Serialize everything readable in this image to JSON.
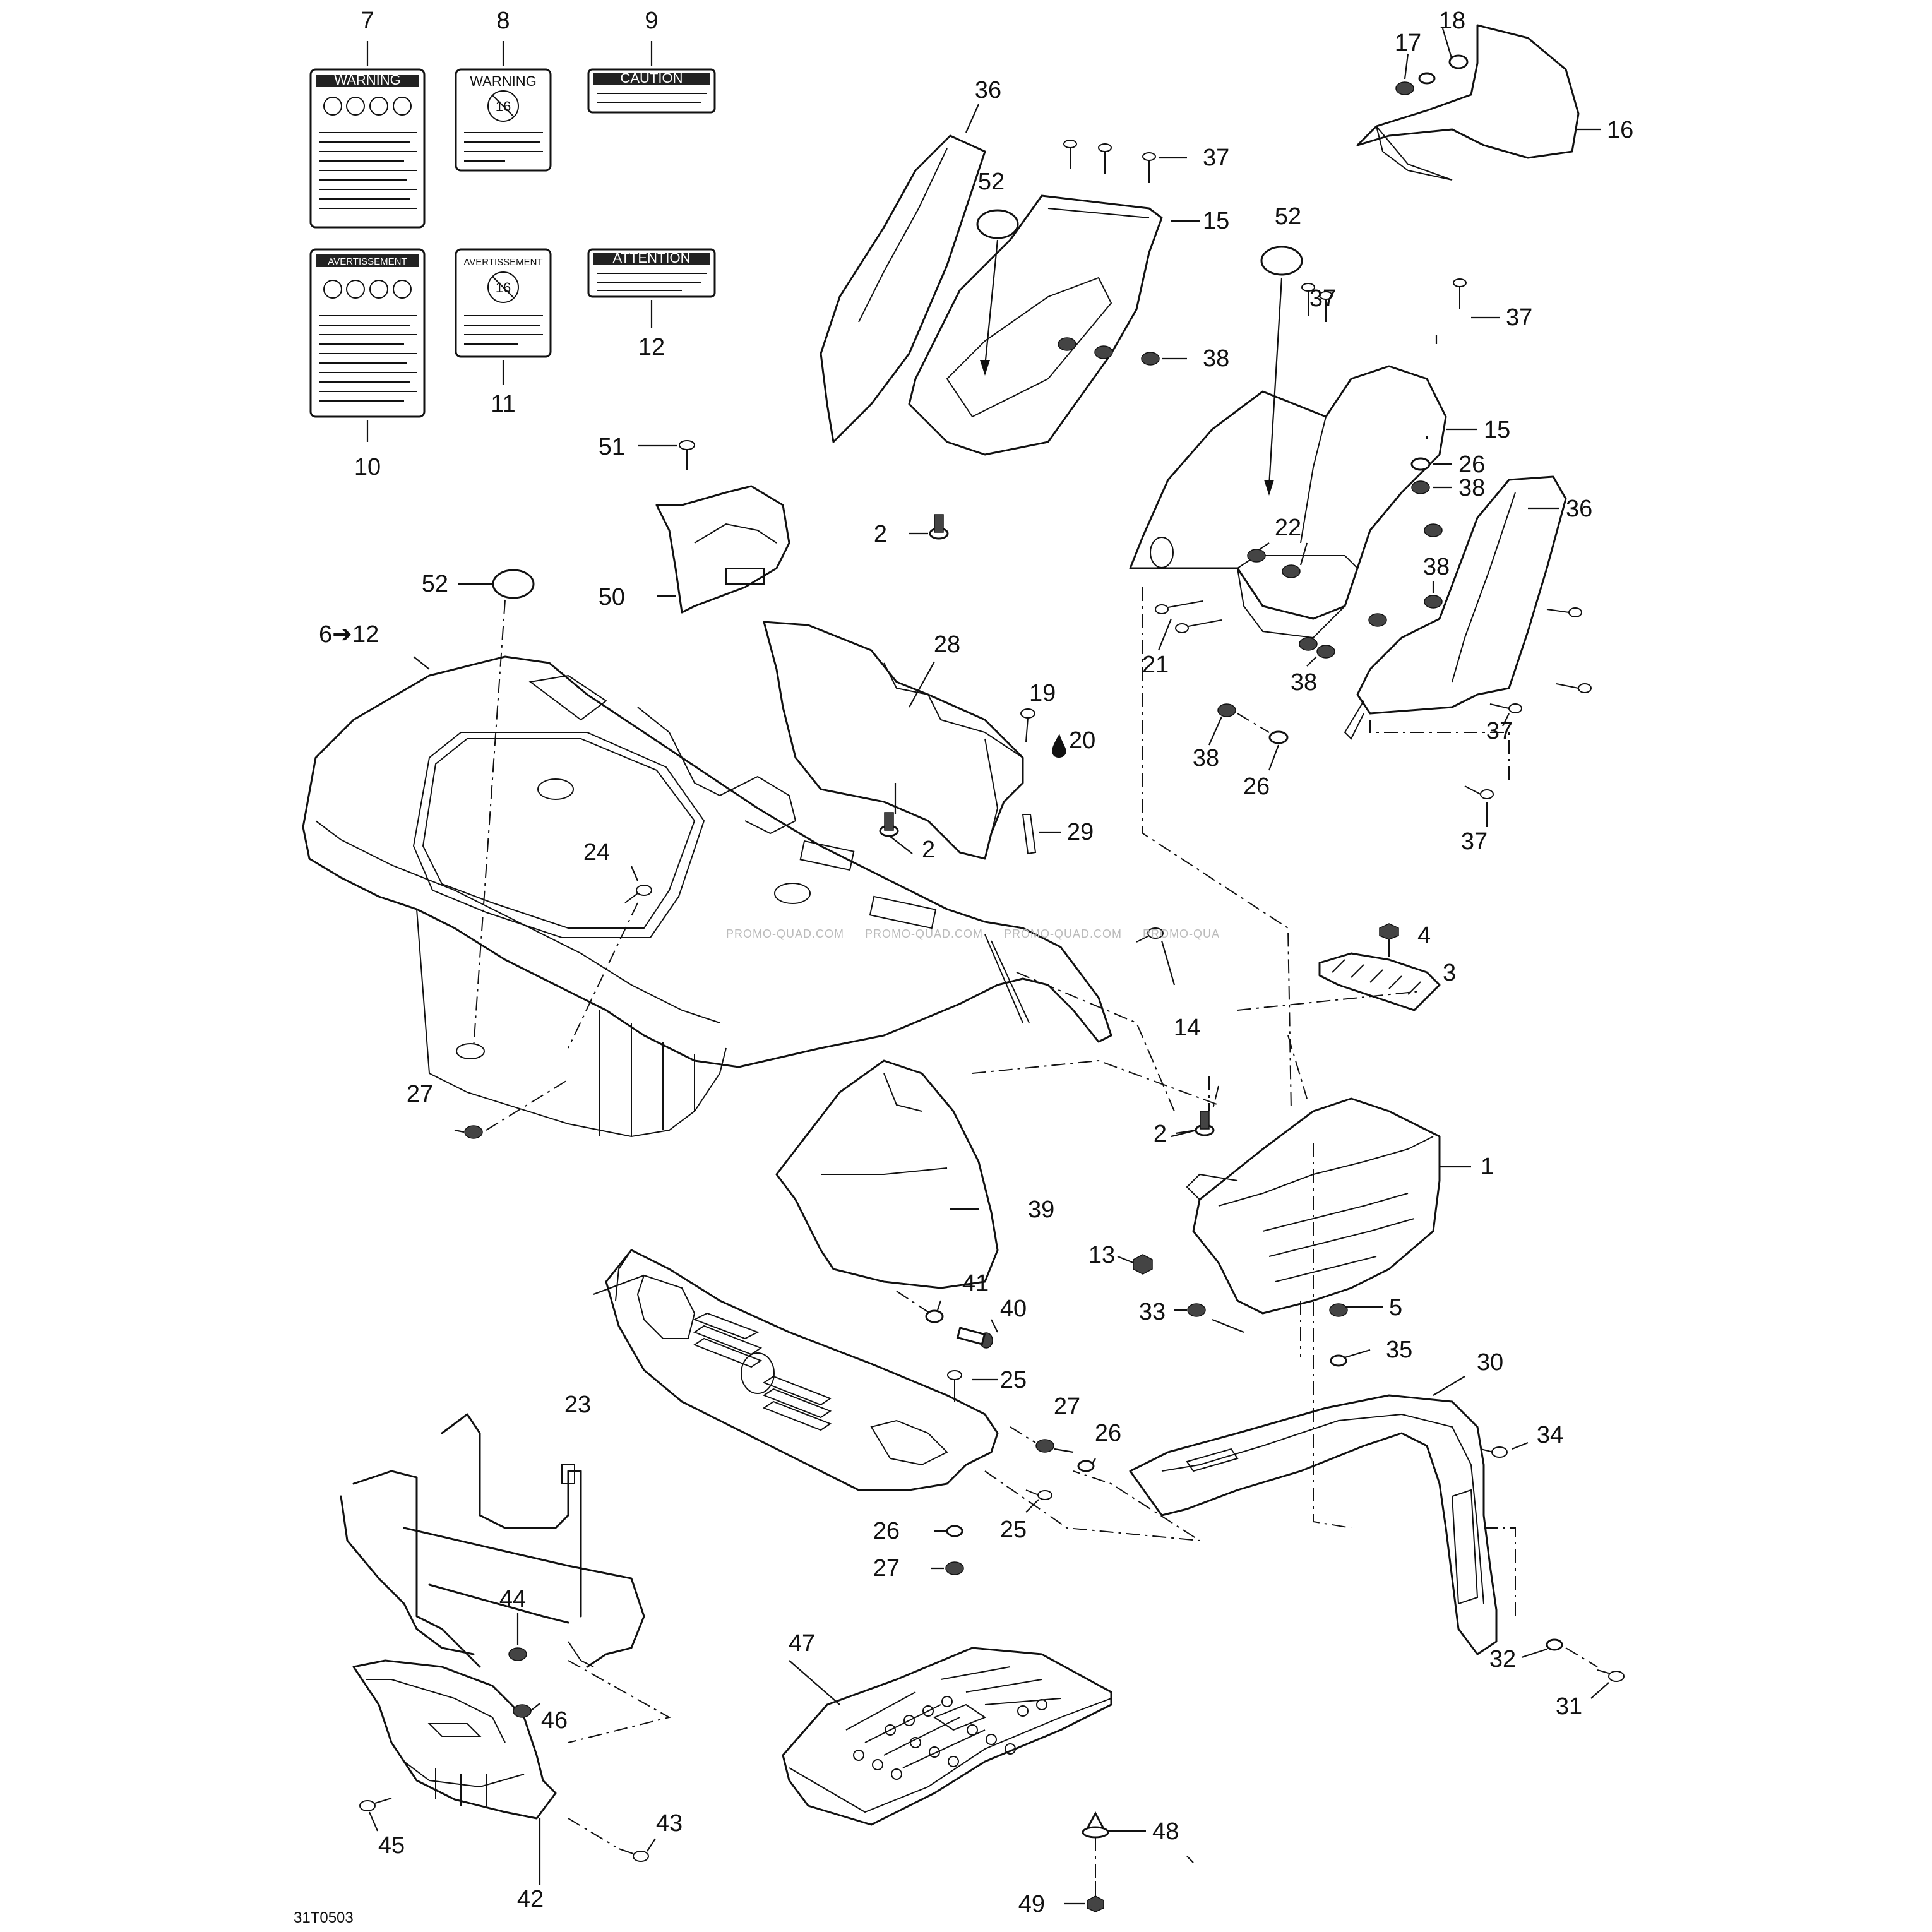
{
  "diagram_code": "31T0503",
  "watermarks": [
    "PROMO-QUAD.COM",
    "PROMO-QUAD.COM",
    "PROMO-QUAD.COM",
    "PROMO-QUA"
  ],
  "labels": {
    "l1": "1",
    "l2a": "2",
    "l2b": "2",
    "l2c": "2",
    "l3": "3",
    "l4": "4",
    "l5": "5",
    "l6_12": "6➔12",
    "l7": "7",
    "l8": "8",
    "l9": "9",
    "l10": "10",
    "l11": "11",
    "l12": "12",
    "l13": "13",
    "l14": "14",
    "l15a": "15",
    "l15b": "15",
    "l16": "16",
    "l17": "17",
    "l18": "18",
    "l19": "19",
    "l20": "20",
    "l21": "21",
    "l22": "22",
    "l23": "23",
    "l24": "24",
    "l25a": "25",
    "l25b": "25",
    "l26a": "26",
    "l26b": "26",
    "l26c": "26",
    "l26d": "26",
    "l27a": "27",
    "l27b": "27",
    "l27c": "27",
    "l28": "28",
    "l29": "29",
    "l30": "30",
    "l31": "31",
    "l32": "32",
    "l33": "33",
    "l34": "34",
    "l35": "35",
    "l36a": "36",
    "l36b": "36",
    "l37a": "37",
    "l37b": "37",
    "l37c": "37",
    "l37d": "37",
    "l37e": "37",
    "l38a": "38",
    "l38b": "38",
    "l38c": "38",
    "l38d": "38",
    "l38e": "38",
    "l39": "39",
    "l40": "40",
    "l41": "41",
    "l42": "42",
    "l43": "43",
    "l44": "44",
    "l45": "45",
    "l46": "46",
    "l47": "47",
    "l48": "48",
    "l49": "49",
    "l50": "50",
    "l51": "51",
    "l52a": "52",
    "l52b": "52",
    "l52c": "52"
  },
  "decal_headers": {
    "d7": "WARNING",
    "d8": "WARNING",
    "d9": "CAUTION",
    "d10": "AVERTISSEMENT",
    "d11": "AVERTISSEMENT",
    "d12": "ATTENTION"
  },
  "decal_badges": {
    "d8": "16",
    "d11": "16"
  }
}
